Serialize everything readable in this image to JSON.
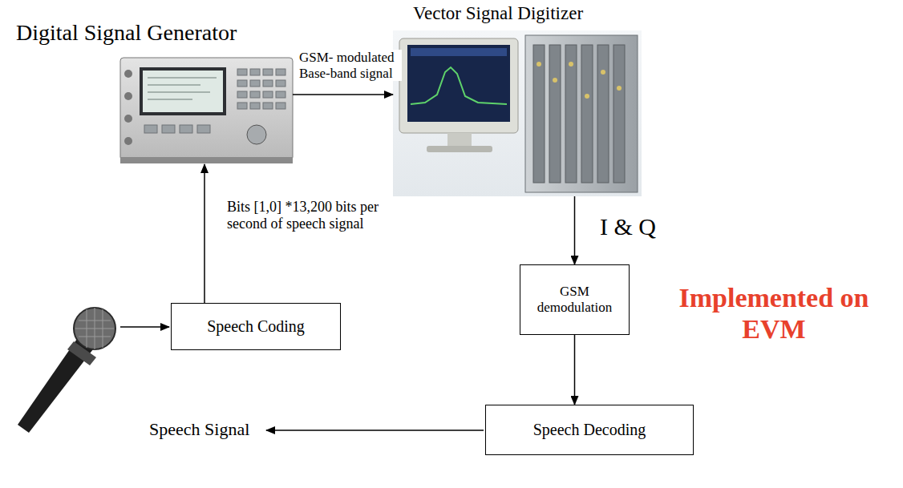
{
  "diagram": {
    "nodes": [
      {
        "text": [
          "Digital Signal Generator"
        ]
      },
      {
        "text": [
          "Vector Signal Digitizer"
        ]
      },
      {
        "text": [
          "Speech Coding"
        ]
      },
      {
        "text": [
          "GSM demodulation"
        ]
      },
      {
        "text": [
          "Speech Decoding"
        ]
      }
    ],
    "edges": [
      {
        "from": 2,
        "to": 0,
        "arrow": "to",
        "label": "Bits [1,0] *13,200 bits per second of speech signal"
      },
      {
        "from": 0,
        "to": 1,
        "arrow": "to",
        "label": "GSM- modulated Base-band signal"
      },
      {
        "from": 1,
        "to": 3,
        "arrow": "to",
        "label": "I & Q"
      },
      {
        "from": 3,
        "to": 4,
        "arrow": "to"
      }
    ],
    "labels": [
      "Implemented on EVM",
      "Speech Signal"
    ]
  }
}
